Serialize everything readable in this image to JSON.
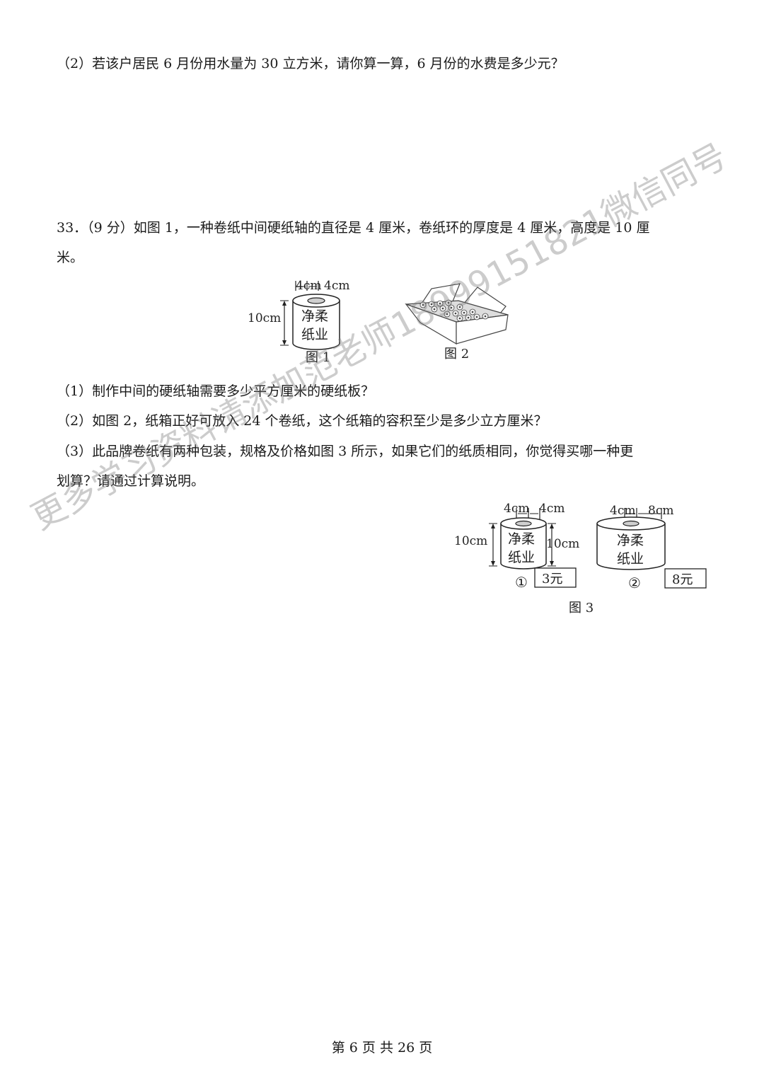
{
  "q32": {
    "part2": "（2）若该户居民 6 月份用水量为 30 立方米，请你算一算，6 月份的水费是多少元？"
  },
  "q33": {
    "stem_line1": "33．（9 分）如图 1，一种卷纸中间硬纸轴的直径是 4 厘米，卷纸环的厚度是 4 厘米，高度是 10 厘",
    "stem_line2": "米。",
    "part1": "（1）制作中间的硬纸轴需要多少平方厘米的硬纸板？",
    "part2": "（2）如图 2，纸箱正好可放入 24 个卷纸，这个纸箱的容积至少是多少立方厘米？",
    "part3_line1": "（3）此品牌卷纸有两种包装，规格及价格如图 3 所示，如果它们的纸质相同，你觉得买哪一种更",
    "part3_line2": "划算？请通过计算说明。"
  },
  "figure1": {
    "dim_core": "4cm",
    "dim_ring": "4cm",
    "dim_height": "10cm",
    "brand_line1": "净柔",
    "brand_line2": "纸业",
    "caption": "图 1"
  },
  "figure2": {
    "caption": "图 2"
  },
  "figure3": {
    "roll1": {
      "dim_core": "4cm",
      "dim_ring": "4cm",
      "dim_height": "10cm",
      "brand_line1": "净柔",
      "brand_line2": "纸业",
      "marker": "①",
      "price": "3元"
    },
    "roll2": {
      "dim_core": "4cm",
      "dim_ring": "8cm",
      "dim_height": "10cm",
      "brand_line1": "净柔",
      "brand_line2": "纸业",
      "marker": "②",
      "price": "8元"
    },
    "caption": "图 3"
  },
  "watermark": "更多学习资料请添加范老师18999151821微信同号",
  "footer": "第 6 页 共 26 页"
}
